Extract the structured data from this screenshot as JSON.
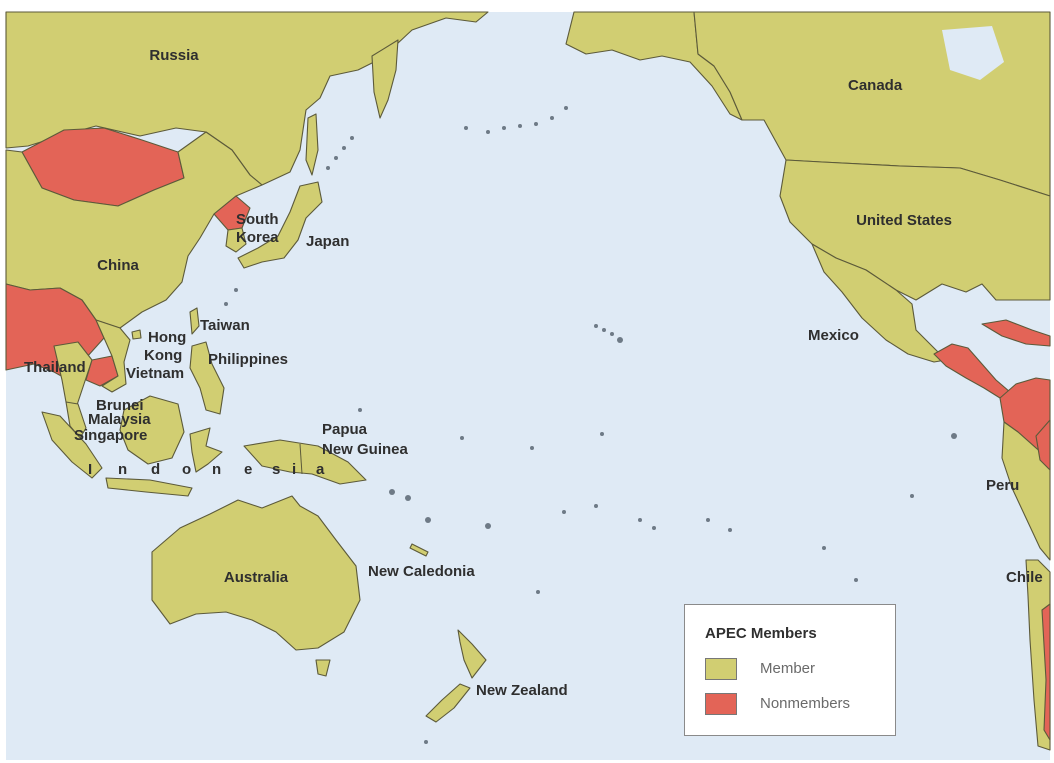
{
  "map": {
    "colors": {
      "ocean": "#dfeaf5",
      "member": "#d1ce72",
      "nonmember": "#e36457",
      "border": "#5c5a3a"
    },
    "labels": {
      "russia": "Russia",
      "china": "China",
      "south_korea_1": "South",
      "south_korea_2": "Korea",
      "japan": "Japan",
      "taiwan": "Taiwan",
      "hong_kong_1": "Hong",
      "hong_kong_2": "Kong",
      "thailand": "Thailand",
      "vietnam": "Vietnam",
      "philippines": "Philippines",
      "brunei": "Brunei",
      "malaysia": "Malaysia",
      "singapore": "Singapore",
      "indonesia": [
        "I",
        "n",
        "d",
        "o",
        "n",
        "e",
        "s",
        "i",
        "a"
      ],
      "papua_1": "Papua",
      "papua_2": "New Guinea",
      "australia": "Australia",
      "new_caledonia": "New Caledonia",
      "new_zealand": "New Zealand",
      "canada": "Canada",
      "united_states": "United States",
      "mexico": "Mexico",
      "peru": "Peru",
      "chile": "Chile"
    }
  },
  "legend": {
    "title": "APEC Members",
    "entries": [
      {
        "label": "Member",
        "color": "#d1ce72"
      },
      {
        "label": "Nonmembers",
        "color": "#e36457"
      }
    ]
  }
}
